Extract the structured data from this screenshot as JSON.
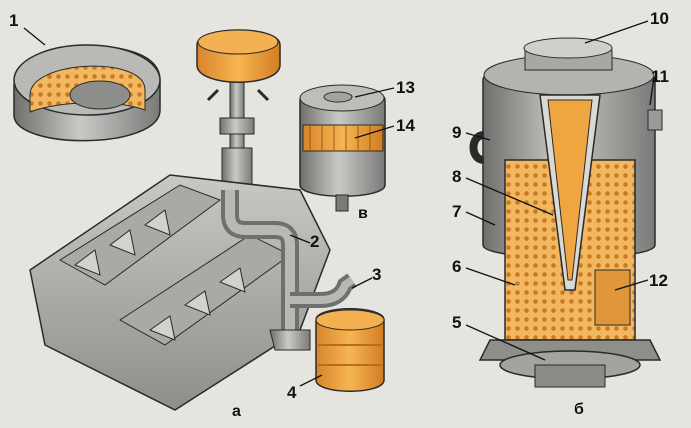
{
  "labels": {
    "n1": "1",
    "n2": "2",
    "n3": "3",
    "n4": "4",
    "n5": "5",
    "n6": "6",
    "n7": "7",
    "n8": "8",
    "n9": "9",
    "n10": "10",
    "n11": "11",
    "n12": "12",
    "n13": "13",
    "n14": "14",
    "sub_a": "а",
    "sub_b": "б",
    "sub_v": "в"
  },
  "colors": {
    "background": "#e6e4df",
    "filter_orange": "#f0a640",
    "metal_gray": "#9a9a98",
    "outline": "#2a2a2a"
  }
}
